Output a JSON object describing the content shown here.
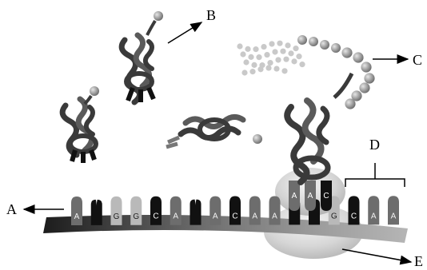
{
  "labels": {
    "A": "A",
    "B": "B",
    "C": "C",
    "D": "D",
    "E": "E"
  },
  "mrna_bases": [
    "A",
    "",
    "G",
    "G",
    "C",
    "A",
    "",
    "A",
    "C",
    "A",
    "A",
    "",
    "",
    "G",
    "C",
    "A",
    "A"
  ],
  "ribosome_site_bases": [
    "A",
    "A",
    "C"
  ],
  "colors": {
    "strand_dark": "#1e1e1e",
    "strand_light": "#9a9a9a",
    "base_dark": "#111111",
    "base_mid": "#6d6d6d",
    "base_light": "#b9b9b9",
    "trna": "#3a3a3a",
    "bead": "#8c8c8c",
    "bead_faint": "#c9c9c9"
  }
}
